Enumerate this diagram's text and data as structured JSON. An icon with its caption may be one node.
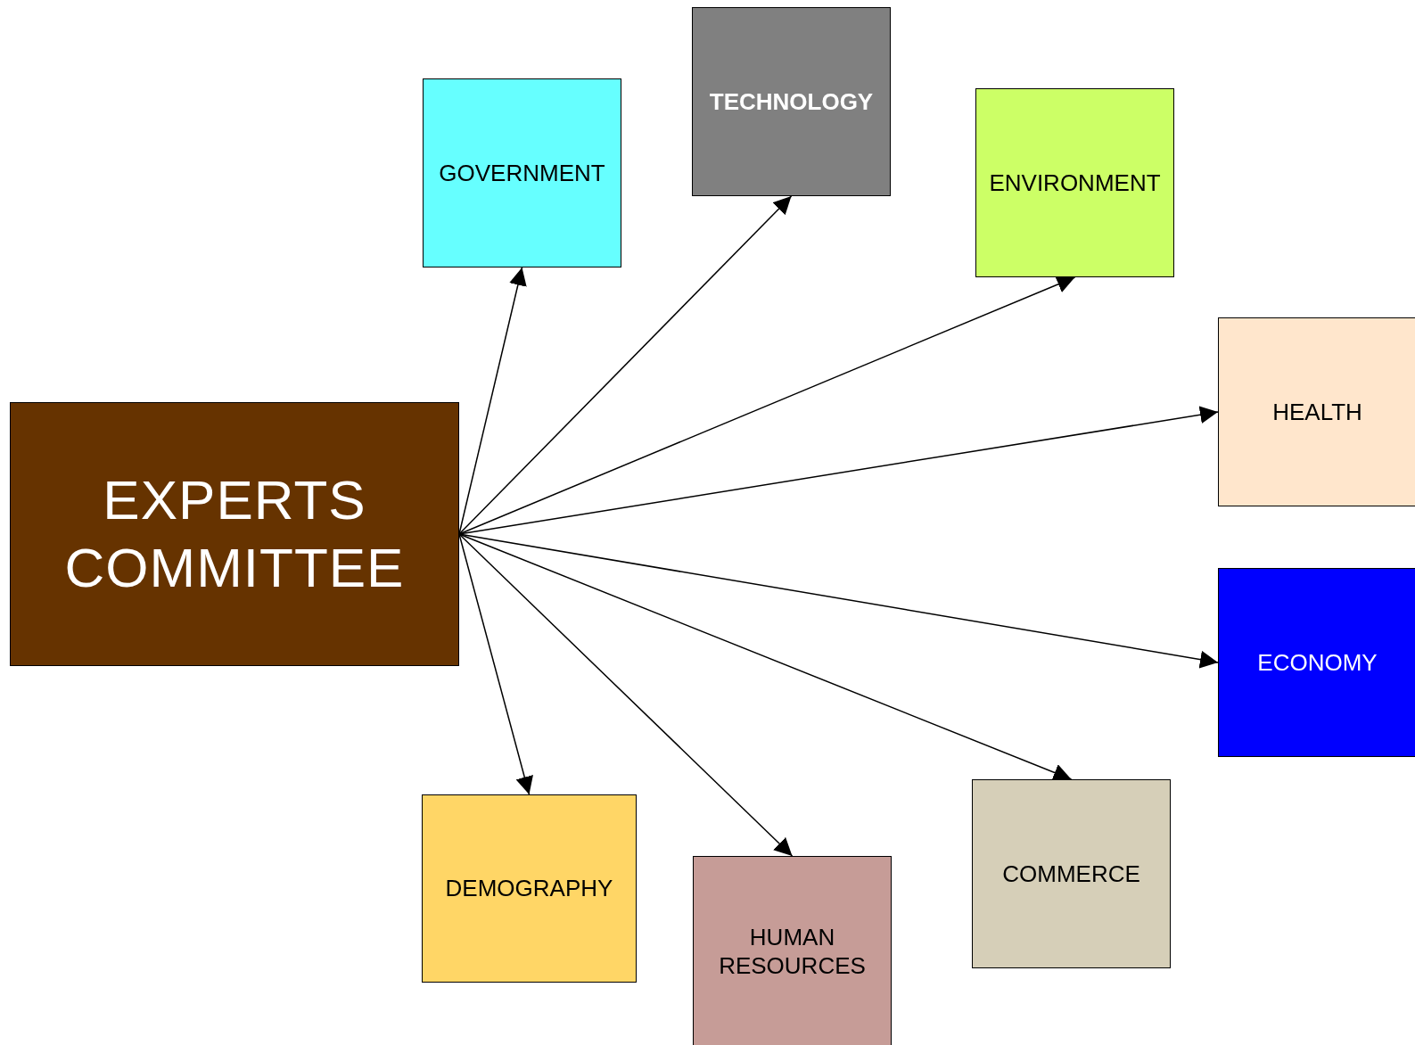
{
  "diagram": {
    "nodes": [
      {
        "text": [
          "EXPERTS COMMITTEE"
        ]
      },
      {
        "text": [
          "GOVERNMENT"
        ]
      },
      {
        "text": [
          "TECHNOLOGY"
        ]
      },
      {
        "text": [
          "ENVIRONMENT"
        ]
      },
      {
        "text": [
          "HEALTH"
        ]
      },
      {
        "text": [
          "ECONOMY"
        ]
      },
      {
        "text": [
          "COMMERCE"
        ]
      },
      {
        "text": [
          "HUMAN RESOURCES"
        ]
      },
      {
        "text": [
          "DEMOGRAPHY"
        ]
      }
    ],
    "edges": [
      {
        "from": 0,
        "to": 1,
        "arrow": "to"
      },
      {
        "from": 0,
        "to": 2,
        "arrow": "to"
      },
      {
        "from": 0,
        "to": 3,
        "arrow": "to"
      },
      {
        "from": 0,
        "to": 4,
        "arrow": "to"
      },
      {
        "from": 0,
        "to": 5,
        "arrow": "to"
      },
      {
        "from": 0,
        "to": 6,
        "arrow": "to"
      },
      {
        "from": 0,
        "to": 7,
        "arrow": "to"
      },
      {
        "from": 0,
        "to": 8,
        "arrow": "to"
      }
    ]
  }
}
